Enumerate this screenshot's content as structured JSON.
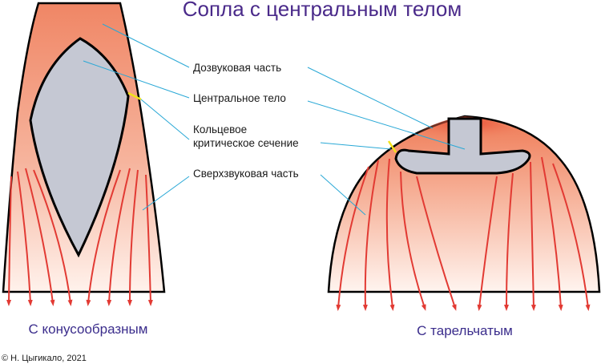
{
  "title": "Сопла с центральным телом",
  "labels": {
    "subsonic": "Дозвуковая часть",
    "central_body": "Центральное тело",
    "throat_line1": "Кольцевое",
    "throat_line2": "критическое сечение",
    "supersonic": "Сверхзвуковая часть"
  },
  "captions": {
    "cone": "С конусообразным",
    "plate": "С тарельчатым"
  },
  "credit": "© Н. Цыгикало, 2021",
  "colors": {
    "flow_top": "#f08a6a",
    "flow_bottom": "#ffffff",
    "subsonic_hot": "#e8472f",
    "body": "#c5c8d3",
    "arrows": "#e23a33",
    "leaders": "#29a8d6",
    "throat": "#f2e21a",
    "title": "#4a2a8a"
  }
}
